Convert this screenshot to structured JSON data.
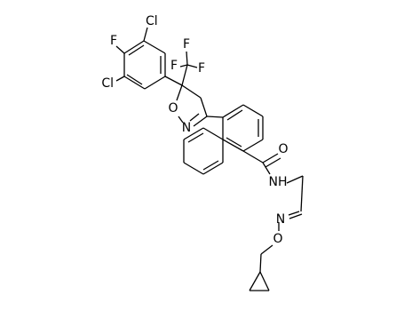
{
  "molecule": {
    "atoms": {
      "cl_top": "Cl",
      "f_ring": "F",
      "cl_left": "Cl",
      "f_cf3_top": "F",
      "f_cf3_left": "F",
      "f_cf3_right": "F",
      "o_ring": "O",
      "n_ring": "N",
      "o_carbonyl": "O",
      "nh_amide": "NH",
      "n_oxime": "N",
      "o_oxime": "O"
    }
  }
}
